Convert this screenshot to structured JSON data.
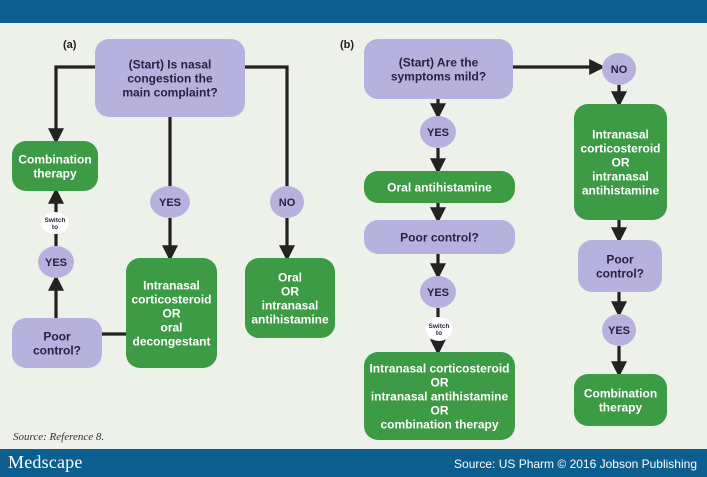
{
  "panels": [
    {
      "id": "a",
      "panel_label": "(a)",
      "nodes": [
        {
          "id": "a_start",
          "type": "question",
          "lines": [
            "(Start) Is nasal",
            "congestion the",
            "main complaint?"
          ]
        },
        {
          "id": "a_combo",
          "type": "action",
          "lines": [
            "Combination",
            "therapy"
          ]
        },
        {
          "id": "a_yes1",
          "type": "answer",
          "lines": [
            "YES"
          ]
        },
        {
          "id": "a_no1",
          "type": "answer",
          "lines": [
            "NO"
          ]
        },
        {
          "id": "a_yes2",
          "type": "answer",
          "lines": [
            "YES"
          ]
        },
        {
          "id": "a_switch",
          "type": "switch",
          "lines": [
            "Switch",
            "to"
          ]
        },
        {
          "id": "a_intranasal",
          "type": "action",
          "lines": [
            "Intranasal",
            "corticosteroid",
            "OR",
            "oral",
            "decongestant"
          ]
        },
        {
          "id": "a_oral",
          "type": "action",
          "lines": [
            "Oral",
            "OR",
            "intranasal",
            "antihistamine"
          ]
        },
        {
          "id": "a_poor",
          "type": "question",
          "lines": [
            "Poor",
            "control?"
          ]
        }
      ]
    },
    {
      "id": "b",
      "panel_label": "(b)",
      "nodes": [
        {
          "id": "b_start",
          "type": "question",
          "lines": [
            "(Start) Are the",
            "symptoms mild?"
          ]
        },
        {
          "id": "b_no",
          "type": "answer",
          "lines": [
            "NO"
          ]
        },
        {
          "id": "b_yes1",
          "type": "answer",
          "lines": [
            "YES"
          ]
        },
        {
          "id": "b_oral",
          "type": "action",
          "lines": [
            "Oral antihistamine"
          ]
        },
        {
          "id": "b_poor1",
          "type": "question",
          "lines": [
            "Poor control?"
          ]
        },
        {
          "id": "b_yes2",
          "type": "answer",
          "lines": [
            "YES"
          ]
        },
        {
          "id": "b_switch",
          "type": "switch",
          "lines": [
            "Switch",
            "to"
          ]
        },
        {
          "id": "b_final",
          "type": "action",
          "lines": [
            "Intranasal corticosteroid",
            "OR",
            "intranasal antihistamine",
            "OR",
            "combination therapy"
          ]
        },
        {
          "id": "b_right_action",
          "type": "action",
          "lines": [
            "Intranasal",
            "corticosteroid",
            "OR",
            "intranasal",
            "antihistamine"
          ]
        },
        {
          "id": "b_poor2",
          "type": "question",
          "lines": [
            "Poor",
            "control?"
          ]
        },
        {
          "id": "b_yes3",
          "type": "answer",
          "lines": [
            "YES"
          ]
        },
        {
          "id": "b_combo",
          "type": "action",
          "lines": [
            "Combination",
            "therapy"
          ]
        }
      ]
    }
  ],
  "source_note": "Source: Reference 8.",
  "footer": {
    "brand": "Medscape",
    "credit": "Source: US Pharm © 2016 Jobson Publishing"
  },
  "colors": {
    "header_bar": "#0b5e8d",
    "canvas": "#edf1ea",
    "question_fill": "#b6b2dd",
    "action_fill": "#3d9a45",
    "answer_fill": "#b6b2dd",
    "connector": "#222222"
  }
}
